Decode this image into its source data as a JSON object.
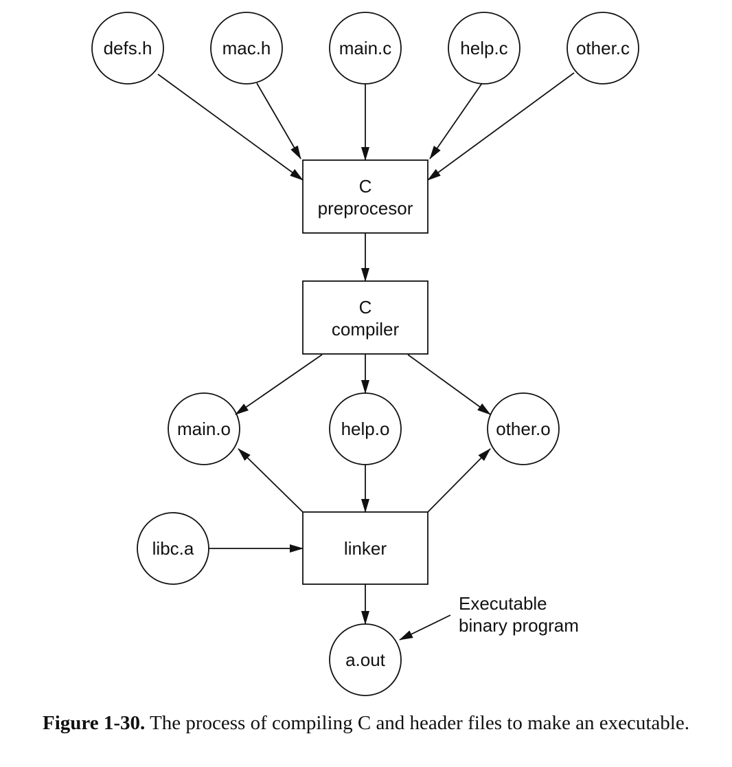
{
  "nodes": {
    "defs_h": {
      "label": "defs.h"
    },
    "mac_h": {
      "label": "mac.h"
    },
    "main_c": {
      "label": "main.c"
    },
    "help_c": {
      "label": "help.c"
    },
    "other_c": {
      "label": "other.c"
    },
    "preprocessor": {
      "line1": "C",
      "line2": "preprocesor"
    },
    "compiler": {
      "line1": "C",
      "line2": "compiler"
    },
    "main_o": {
      "label": "main.o"
    },
    "help_o": {
      "label": "help.o"
    },
    "other_o": {
      "label": "other.o"
    },
    "libc_a": {
      "label": "libc.a"
    },
    "linker": {
      "label": "linker"
    },
    "a_out": {
      "label": "a.out"
    }
  },
  "annotation": {
    "line1": "Executable",
    "line2": "binary program"
  },
  "caption": {
    "number": "Figure 1-30.",
    "text": "The process of compiling C and header files to make an executable."
  }
}
